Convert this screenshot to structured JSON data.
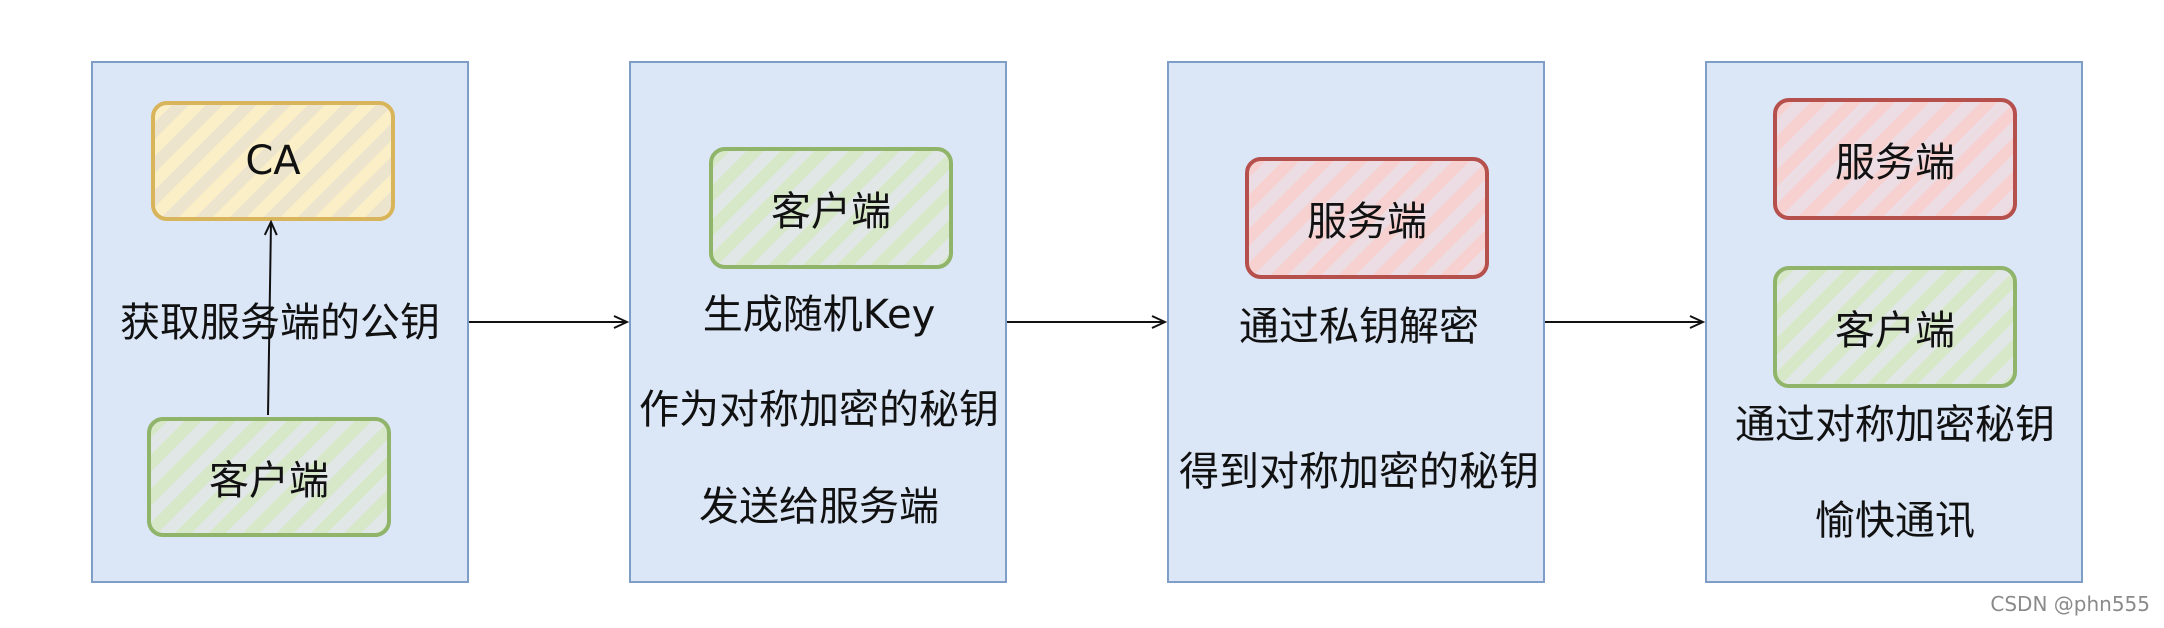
{
  "colors": {
    "panel_fill": "#dbe6f7",
    "panel_border": "#7f9ec7",
    "ca": "#d8b45a",
    "client": "#8fb46a",
    "server": "#b5504d",
    "arrow": "#111111"
  },
  "steps": [
    {
      "ca_label": "CA",
      "client_label": "客户端",
      "text": "获取服务端的公钥"
    },
    {
      "client_label": "客户端",
      "lines": [
        "生成随机Key",
        "作为对称加密的秘钥",
        "发送给服务端"
      ]
    },
    {
      "server_label": "服务端",
      "lines": [
        "通过私钥解密",
        "得到对称加密的秘钥"
      ]
    },
    {
      "server_label": "服务端",
      "client_label": "客户端",
      "lines": [
        "通过对称加密秘钥",
        "愉快通讯"
      ]
    }
  ],
  "watermark": "CSDN @phn555"
}
